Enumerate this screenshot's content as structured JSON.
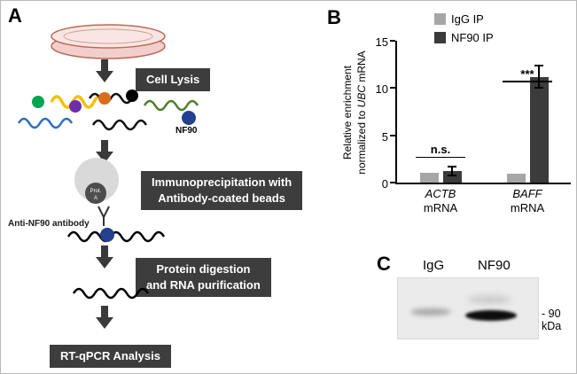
{
  "figure": {
    "panel_a": {
      "label": "A",
      "cell_lysis": "Cell Lysis",
      "ip_label_line1": "Immunoprecipitation with",
      "ip_label_line2": "Antibody-coated beads",
      "digestion_line1": "Protein digestion",
      "digestion_line2": "and RNA purification",
      "rtqpcr": "RT-qPCR Analysis",
      "nf90_label": "NF90",
      "prot_a_line1": "Prot.",
      "prot_a_line2": "A",
      "anti_nf90": "Anti-NF90 antibody"
    },
    "panel_b": {
      "label": "B"
    },
    "panel_c": {
      "label": "C",
      "lanes": [
        "IgG",
        "NF90"
      ],
      "marker": "- 90 kDa"
    }
  },
  "chart_data": {
    "type": "bar",
    "categories": [
      {
        "gene": "ACTB",
        "suffix": "mRNA"
      },
      {
        "gene": "BAFF",
        "suffix": "mRNA"
      }
    ],
    "series": [
      {
        "name": "IgG IP",
        "color": "#a6a6a6",
        "values": [
          1.0,
          0.9
        ],
        "errors": [
          0.15,
          0.1
        ]
      },
      {
        "name": "NF90 IP",
        "color": "#3b3b3b",
        "values": [
          1.2,
          11.2
        ],
        "errors": [
          0.45,
          1.2
        ]
      }
    ],
    "ylabel": {
      "line1": "Relative enrichment",
      "line2_pre": "normalized to ",
      "line2_italic": "UBC",
      "line2_post": " mRNA"
    },
    "ylim": [
      0,
      15
    ],
    "yticks": [
      0,
      5,
      10,
      15
    ],
    "annotations": [
      {
        "category_index": 0,
        "text": "n.s.",
        "y": 2.6
      },
      {
        "category_index": 1,
        "text": "***",
        "y": 10.6
      }
    ],
    "legend_position": "top-left-inside",
    "grid": false
  }
}
